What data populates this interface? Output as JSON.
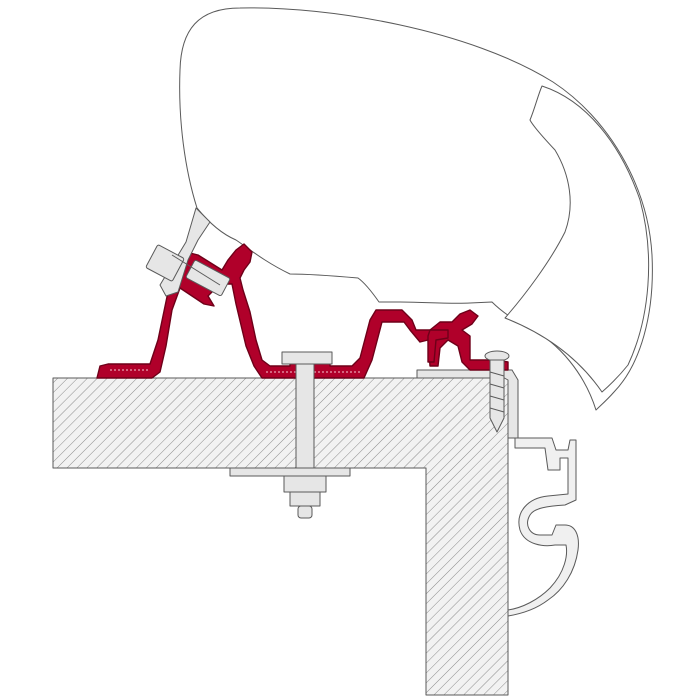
{
  "diagram": {
    "colors": {
      "background": "#ffffff",
      "outline": "#5a5a5a",
      "awning_fill": "#ffffff",
      "adapter_fill": "#b0002a",
      "adapter_stroke": "#6e0019",
      "wall_fill": "#f2f2f2",
      "hatch": "#8c8c8c",
      "hardware_fill": "#e6e6e6",
      "gutter_fill": "#f0f0f0"
    },
    "components": [
      "awning-case",
      "adapter-rail",
      "roof-wall-section",
      "mounting-bolt",
      "wood-screw",
      "rain-gutter-profile"
    ]
  }
}
